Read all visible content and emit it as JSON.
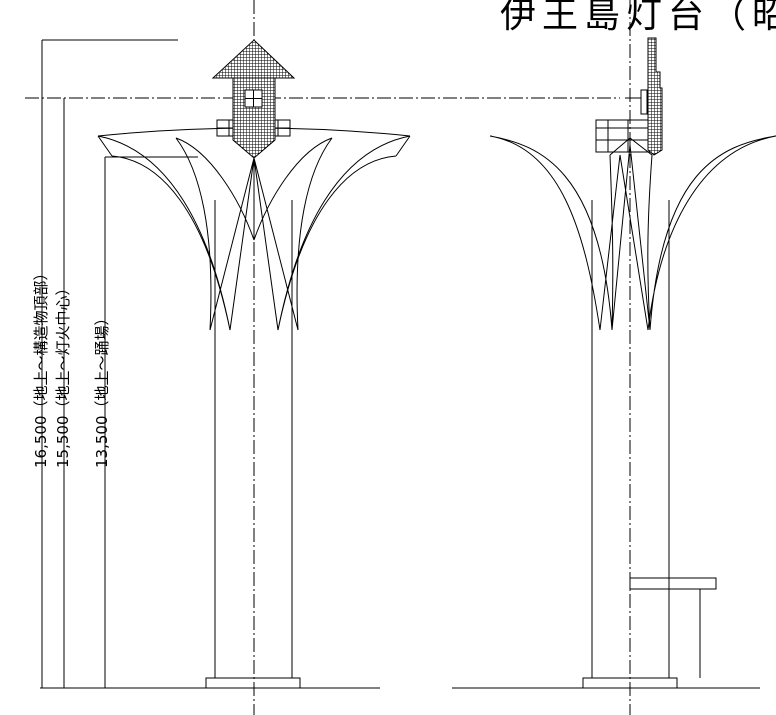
{
  "title": "伊王島灯台（昭",
  "dimensions": [
    {
      "id": "d1",
      "label": "16,500（地上～構造物頂部）"
    },
    {
      "id": "d2",
      "label": "15,500（地上～灯火中心）"
    },
    {
      "id": "d3",
      "label": "13,500（地上～踊場）"
    }
  ]
}
